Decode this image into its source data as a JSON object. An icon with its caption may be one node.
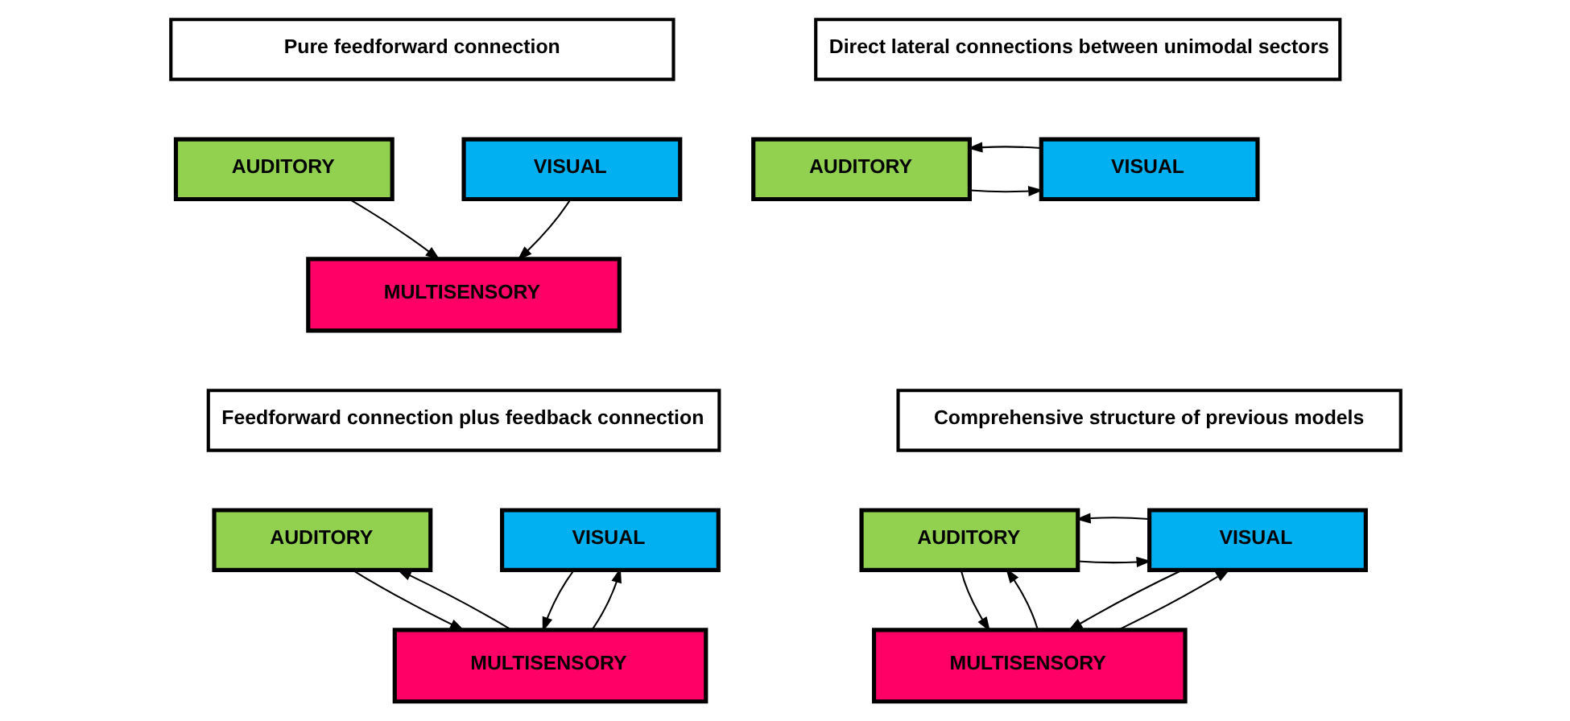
{
  "diagram": {
    "nodes": [
      {
        "text": [
          "Pure feedforward connection"
        ]
      },
      {
        "text": [
          "AUDITORY"
        ]
      },
      {
        "text": [
          "VISUAL"
        ]
      },
      {
        "text": [
          "MULTISENSORY"
        ]
      },
      {
        "text": [
          "Direct lateral connections between unimodal sectors"
        ]
      },
      {
        "text": [
          "AUDITORY"
        ]
      },
      {
        "text": [
          "VISUAL"
        ]
      },
      {
        "text": [
          "Feedforward connection plus feedback connection"
        ]
      },
      {
        "text": [
          "AUDITORY"
        ]
      },
      {
        "text": [
          "VISUAL"
        ]
      },
      {
        "text": [
          "MULTISENSORY"
        ]
      },
      {
        "text": [
          "Comprehensive structure of previous models"
        ]
      },
      {
        "text": [
          "AUDITORY"
        ]
      },
      {
        "text": [
          "VISUAL"
        ]
      },
      {
        "text": [
          "MULTISENSORY"
        ]
      }
    ],
    "edges": [
      {
        "from": 1,
        "to": 3,
        "arrow": "to"
      },
      {
        "from": 2,
        "to": 3,
        "arrow": "to"
      },
      {
        "from": 5,
        "to": 6,
        "arrow": "to"
      },
      {
        "from": 6,
        "to": 5,
        "arrow": "to"
      },
      {
        "from": 8,
        "to": 10,
        "arrow": "to"
      },
      {
        "from": 9,
        "to": 10,
        "arrow": "to"
      },
      {
        "from": 10,
        "to": 8,
        "arrow": "to"
      },
      {
        "from": 10,
        "to": 9,
        "arrow": "to"
      },
      {
        "from": 12,
        "to": 13,
        "arrow": "to"
      },
      {
        "from": 13,
        "to": 12,
        "arrow": "to"
      },
      {
        "from": 12,
        "to": 14,
        "arrow": "to"
      },
      {
        "from": 13,
        "to": 14,
        "arrow": "to"
      },
      {
        "from": 14,
        "to": 12,
        "arrow": "to"
      },
      {
        "from": 14,
        "to": 13,
        "arrow": "to"
      }
    ]
  }
}
